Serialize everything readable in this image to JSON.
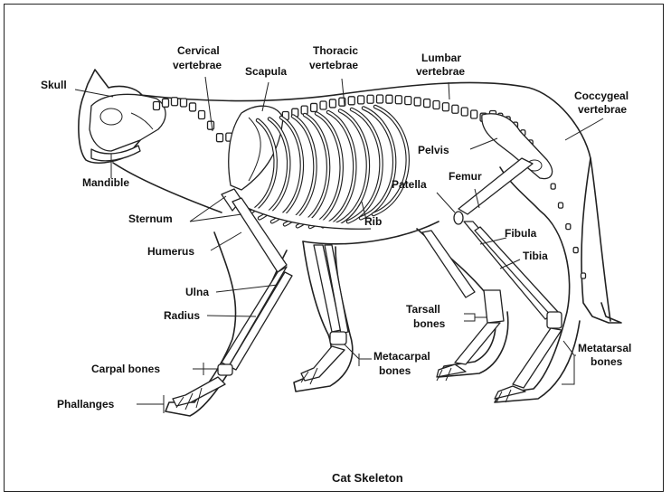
{
  "caption": "Cat Skeleton",
  "labels": {
    "skull": "Skull",
    "cervical_1": "Cervical",
    "cervical_2": "vertebrae",
    "scapula": "Scapula",
    "thoracic_1": "Thoracic",
    "thoracic_2": "vertebrae",
    "lumbar_1": "Lumbar",
    "lumbar_2": "vertebrae",
    "coccygeal_1": "Coccygeal",
    "coccygeal_2": "vertebrae",
    "mandible": "Mandible",
    "pelvis": "Pelvis",
    "femur": "Femur",
    "patella": "Patella",
    "sternum": "Sternum",
    "rib": "Rib",
    "humerus": "Humerus",
    "fibula": "Fibula",
    "tibia": "Tibia",
    "ulna": "Ulna",
    "radius": "Radius",
    "tarsal_1": "Tarsall",
    "tarsal_2": "bones",
    "metacarpal_1": "Metacarpal",
    "metacarpal_2": "bones",
    "metatarsal_1": "Metatarsal",
    "metatarsal_2": "bones",
    "carpal": "Carpal bones",
    "phalanges": "Phallanges"
  }
}
